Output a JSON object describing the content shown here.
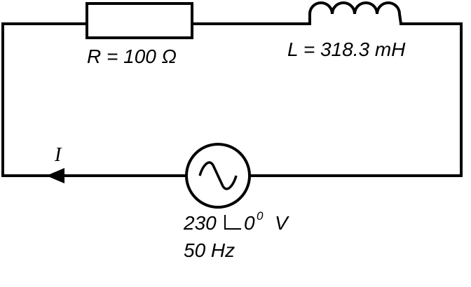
{
  "resistor": {
    "label": "R = 100 Ω"
  },
  "inductor": {
    "label": "L = 318.3 mH"
  },
  "current": {
    "label": "I"
  },
  "source": {
    "magnitude": "230",
    "angle": "0",
    "degree_mark": "0",
    "unit": "V",
    "frequency": "50 Hz"
  }
}
